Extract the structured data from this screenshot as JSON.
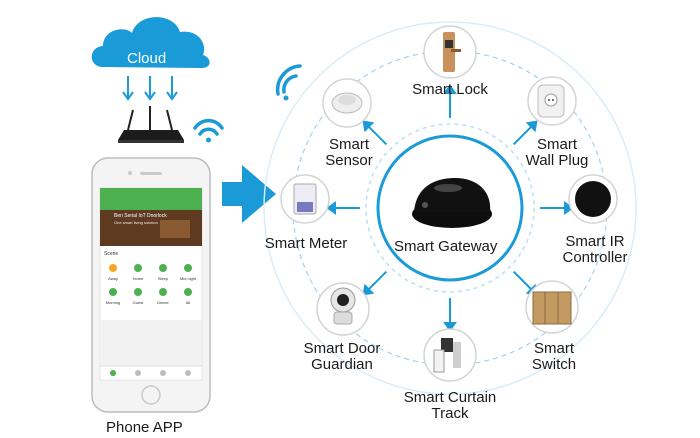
{
  "cloud": {
    "label": "Cloud"
  },
  "phone": {
    "label": "Phone APP",
    "app_header": "Ben Serial IoT Doorlock",
    "app_subheader": "One smart living solution",
    "section_title": "Scene",
    "grid_labels": [
      "Away",
      "Home",
      "Sleep",
      "Mid night",
      "Morning",
      "Guest",
      "Dinner",
      "All"
    ]
  },
  "hub": {
    "label": "Smart Gateway"
  },
  "devices": [
    {
      "id": "lock",
      "lines": [
        "Smart Lock"
      ]
    },
    {
      "id": "sensor",
      "lines": [
        "Smart",
        "Sensor"
      ]
    },
    {
      "id": "plug",
      "lines": [
        "Smart",
        "Wall Plug"
      ]
    },
    {
      "id": "meter",
      "lines": [
        "Smart Meter"
      ]
    },
    {
      "id": "ir",
      "lines": [
        "Smart IR",
        "Controller"
      ]
    },
    {
      "id": "door",
      "lines": [
        "Smart Door",
        "Guardian"
      ]
    },
    {
      "id": "curtain",
      "lines": [
        "Smart Curtain",
        "Track"
      ]
    },
    {
      "id": "switch",
      "lines": [
        "Smart",
        "Switch"
      ]
    }
  ],
  "colors": {
    "accent": "#1a9ad6",
    "app_green": "#4caf50",
    "ring": "#9fd3ee"
  }
}
